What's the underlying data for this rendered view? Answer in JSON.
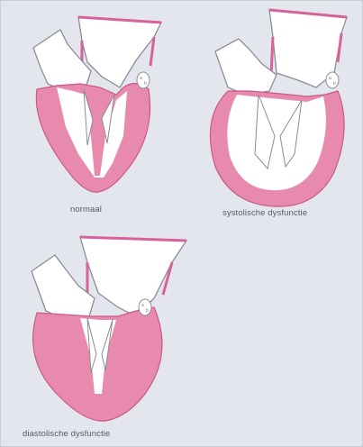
{
  "captions": {
    "normal": "normaal",
    "systolic": "systolische dysfunctie",
    "diastolic": "diastolische dysfunctie"
  },
  "valve_labels": {
    "normal": [
      "a",
      "b"
    ],
    "systolic": [
      "a",
      "b"
    ],
    "diastolic": [
      "a",
      "b"
    ]
  },
  "colors": {
    "background": "#e4e6ee",
    "myocardium_fill": "#e88aae",
    "myocardium_stroke": "#c95a88",
    "cavity": "#ffffff",
    "vessel_outline": "#8c8c96",
    "caption_text": "#5a5a62"
  },
  "icons": [
    "heart-normal-icon",
    "heart-systolic-dysfunction-icon",
    "heart-diastolic-dysfunction-icon"
  ]
}
